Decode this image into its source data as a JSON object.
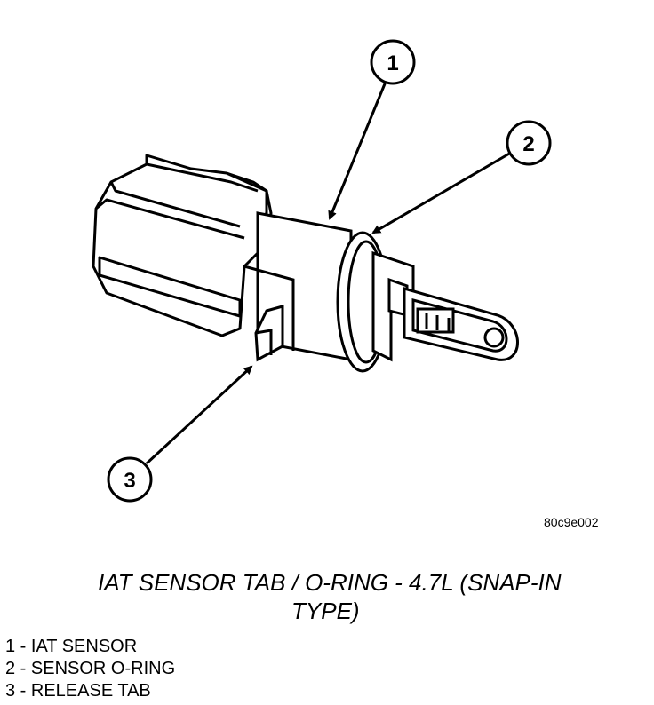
{
  "callouts": [
    {
      "number": "1"
    },
    {
      "number": "2"
    },
    {
      "number": "3"
    }
  ],
  "figure_id": "80c9e002",
  "caption": {
    "line1": "IAT SENSOR TAB / O-RING - 4.7L (SNAP-IN",
    "line2": "TYPE)"
  },
  "legend": [
    "1 - IAT SENSOR",
    "2 - SENSOR O-RING",
    "3 - RELEASE TAB"
  ]
}
